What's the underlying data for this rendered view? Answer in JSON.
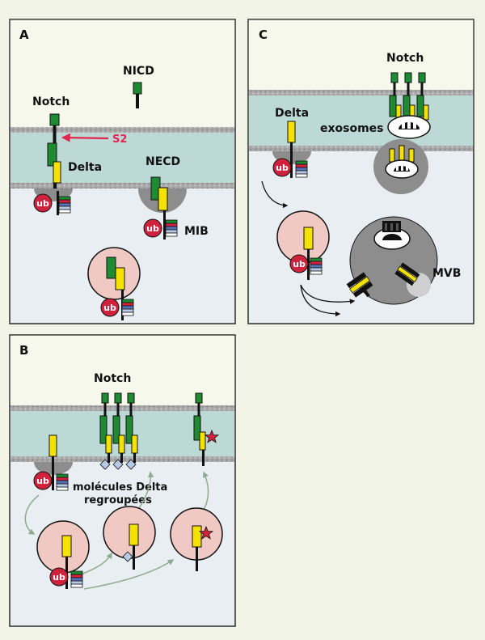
{
  "colors": {
    "outer_bg": "#f1f4e7",
    "cell_top": "#f5f8ea",
    "cell_between": "#bcd9d6",
    "cell_inside": "#e8eef1",
    "membrane": "#a6a6a6",
    "green": "#1e8a32",
    "yellow": "#f5e200",
    "black": "#111111",
    "ub": "#d0213d",
    "vesicle": "#f0c8c4",
    "mvb": "#8d8d8d",
    "arrow_red": "#e4264f",
    "arrow_green": "#8eaa90",
    "diamond": "#b8cbe6"
  },
  "panels": {
    "A": {
      "letter": "A",
      "labels": {
        "nicd": "NICD",
        "notch": "Notch",
        "s2": "S2",
        "delta": "Delta",
        "necd": "NECD",
        "mib": "MIB"
      },
      "ub": "ub"
    },
    "B": {
      "letter": "B",
      "labels": {
        "notch": "Notch",
        "clustered_line1": "molécules Delta",
        "clustered_line2": "regroupées"
      },
      "ub": "ub"
    },
    "C": {
      "letter": "C",
      "labels": {
        "notch": "Notch",
        "delta": "Delta",
        "exosomes": "exosomes",
        "mvb": "MVB"
      },
      "ub": "ub"
    }
  }
}
